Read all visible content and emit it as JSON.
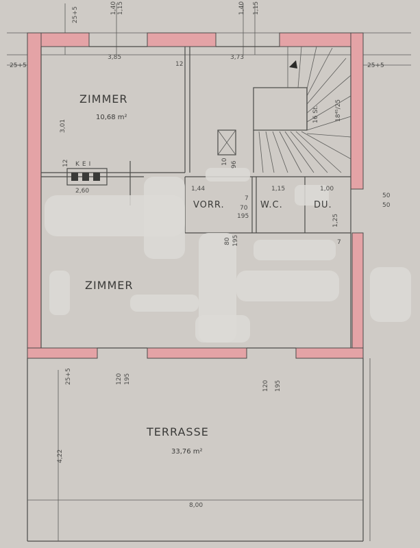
{
  "colors": {
    "paper": "#cfcbc6",
    "wall": "#e4a3a6",
    "ink": "#4a4a48",
    "smudge": "#dcdad6"
  },
  "rooms": {
    "zimmer_top": {
      "label": "ZIMMER",
      "area": "10,68 m²"
    },
    "zimmer_bottom": {
      "label": "ZIMMER"
    },
    "vorr": {
      "label": "VORR."
    },
    "wc": {
      "label": "W.C."
    },
    "du": {
      "label": "DU."
    },
    "terrasse": {
      "label": "TERRASSE",
      "area": "33,76 m²"
    },
    "kei": {
      "label": "KEI"
    }
  },
  "stairs": {
    "steps": "16 St.",
    "rise": "18⁴⁵/25"
  },
  "dimensions": {
    "top_left_open": "1,40",
    "top_left_open_b": "1,15",
    "top_right_open": "1,40",
    "top_right_open_b": "1,15",
    "corner_top_left": "25+5",
    "top_wall": "25+5",
    "right_wall": "25+5",
    "width_left_room": "3,85",
    "width_right_room": "3,73",
    "inner_wall": "12",
    "height_left_room": "3,01",
    "partition": "12",
    "kei_width": "2,60",
    "vorr_width": "1,44",
    "vorr_opening_a": "7",
    "vorr_opening_b": "70",
    "vorr_opening_c": "195",
    "wc_width": "1,15",
    "du_width": "1,00",
    "du_depth": "1,25",
    "wc_gap": "7",
    "right_opening_a": "50",
    "right_opening_b": "50",
    "chimney_a": "10",
    "chimney_b": "96",
    "door_a": "80",
    "door_b": "195",
    "bottom_wall": "25+5",
    "window_left_a": "120",
    "window_left_b": "195",
    "window_right_a": "120",
    "window_right_b": "195",
    "terrace_depth": "4,22",
    "terrace_width": "8,00"
  }
}
